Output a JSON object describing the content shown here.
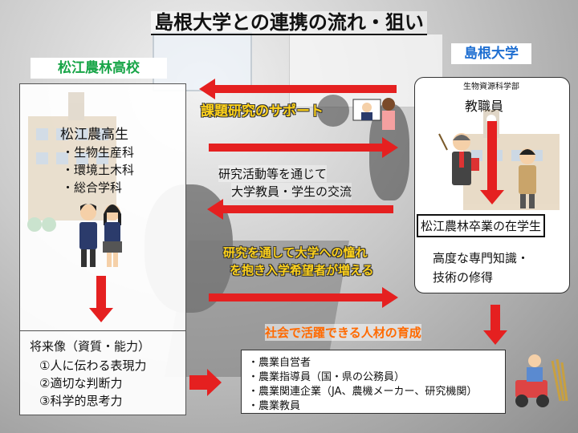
{
  "title": "島根大学との連携の流れ・狙い",
  "left": {
    "heading": "松江農林高校",
    "students": "松江農高生",
    "departments": [
      "・生物生産科",
      "・環境土木科",
      "・総合学科"
    ]
  },
  "right": {
    "heading": "島根大学",
    "faculty": "生物資源科学部",
    "staff": "教職員",
    "alumni": "松江農林卒業の在学生",
    "skills": [
      "高度な専門知識・",
      "技術の修得"
    ]
  },
  "flows": {
    "support": "課題研究のサポート",
    "exchange": [
      "研究活動等を通じて",
      "大学教員・学生の交流"
    ],
    "aspiration": [
      "研究を通して大学への憧れ",
      "を抱き入学希望者が増える"
    ]
  },
  "future": {
    "heading": "将来像（資質・能力）",
    "items": [
      "①人に伝わる表現力",
      "②適切な判断力",
      "③科学的思考力"
    ]
  },
  "outcome": {
    "heading": "社会で活躍できる人材の育成",
    "careers": [
      "・農業自営者",
      "・農業指導員（国・県の公務員）",
      "・農業関連企業（JA、農機メーカー、研究機関）",
      "・農業教員"
    ]
  },
  "colors": {
    "arrow": "#e52020",
    "school_label": "#18a548",
    "university_label": "#1f6fd1",
    "outcome_label": "#ff6a00",
    "overlay_text": "#ffd21a"
  }
}
